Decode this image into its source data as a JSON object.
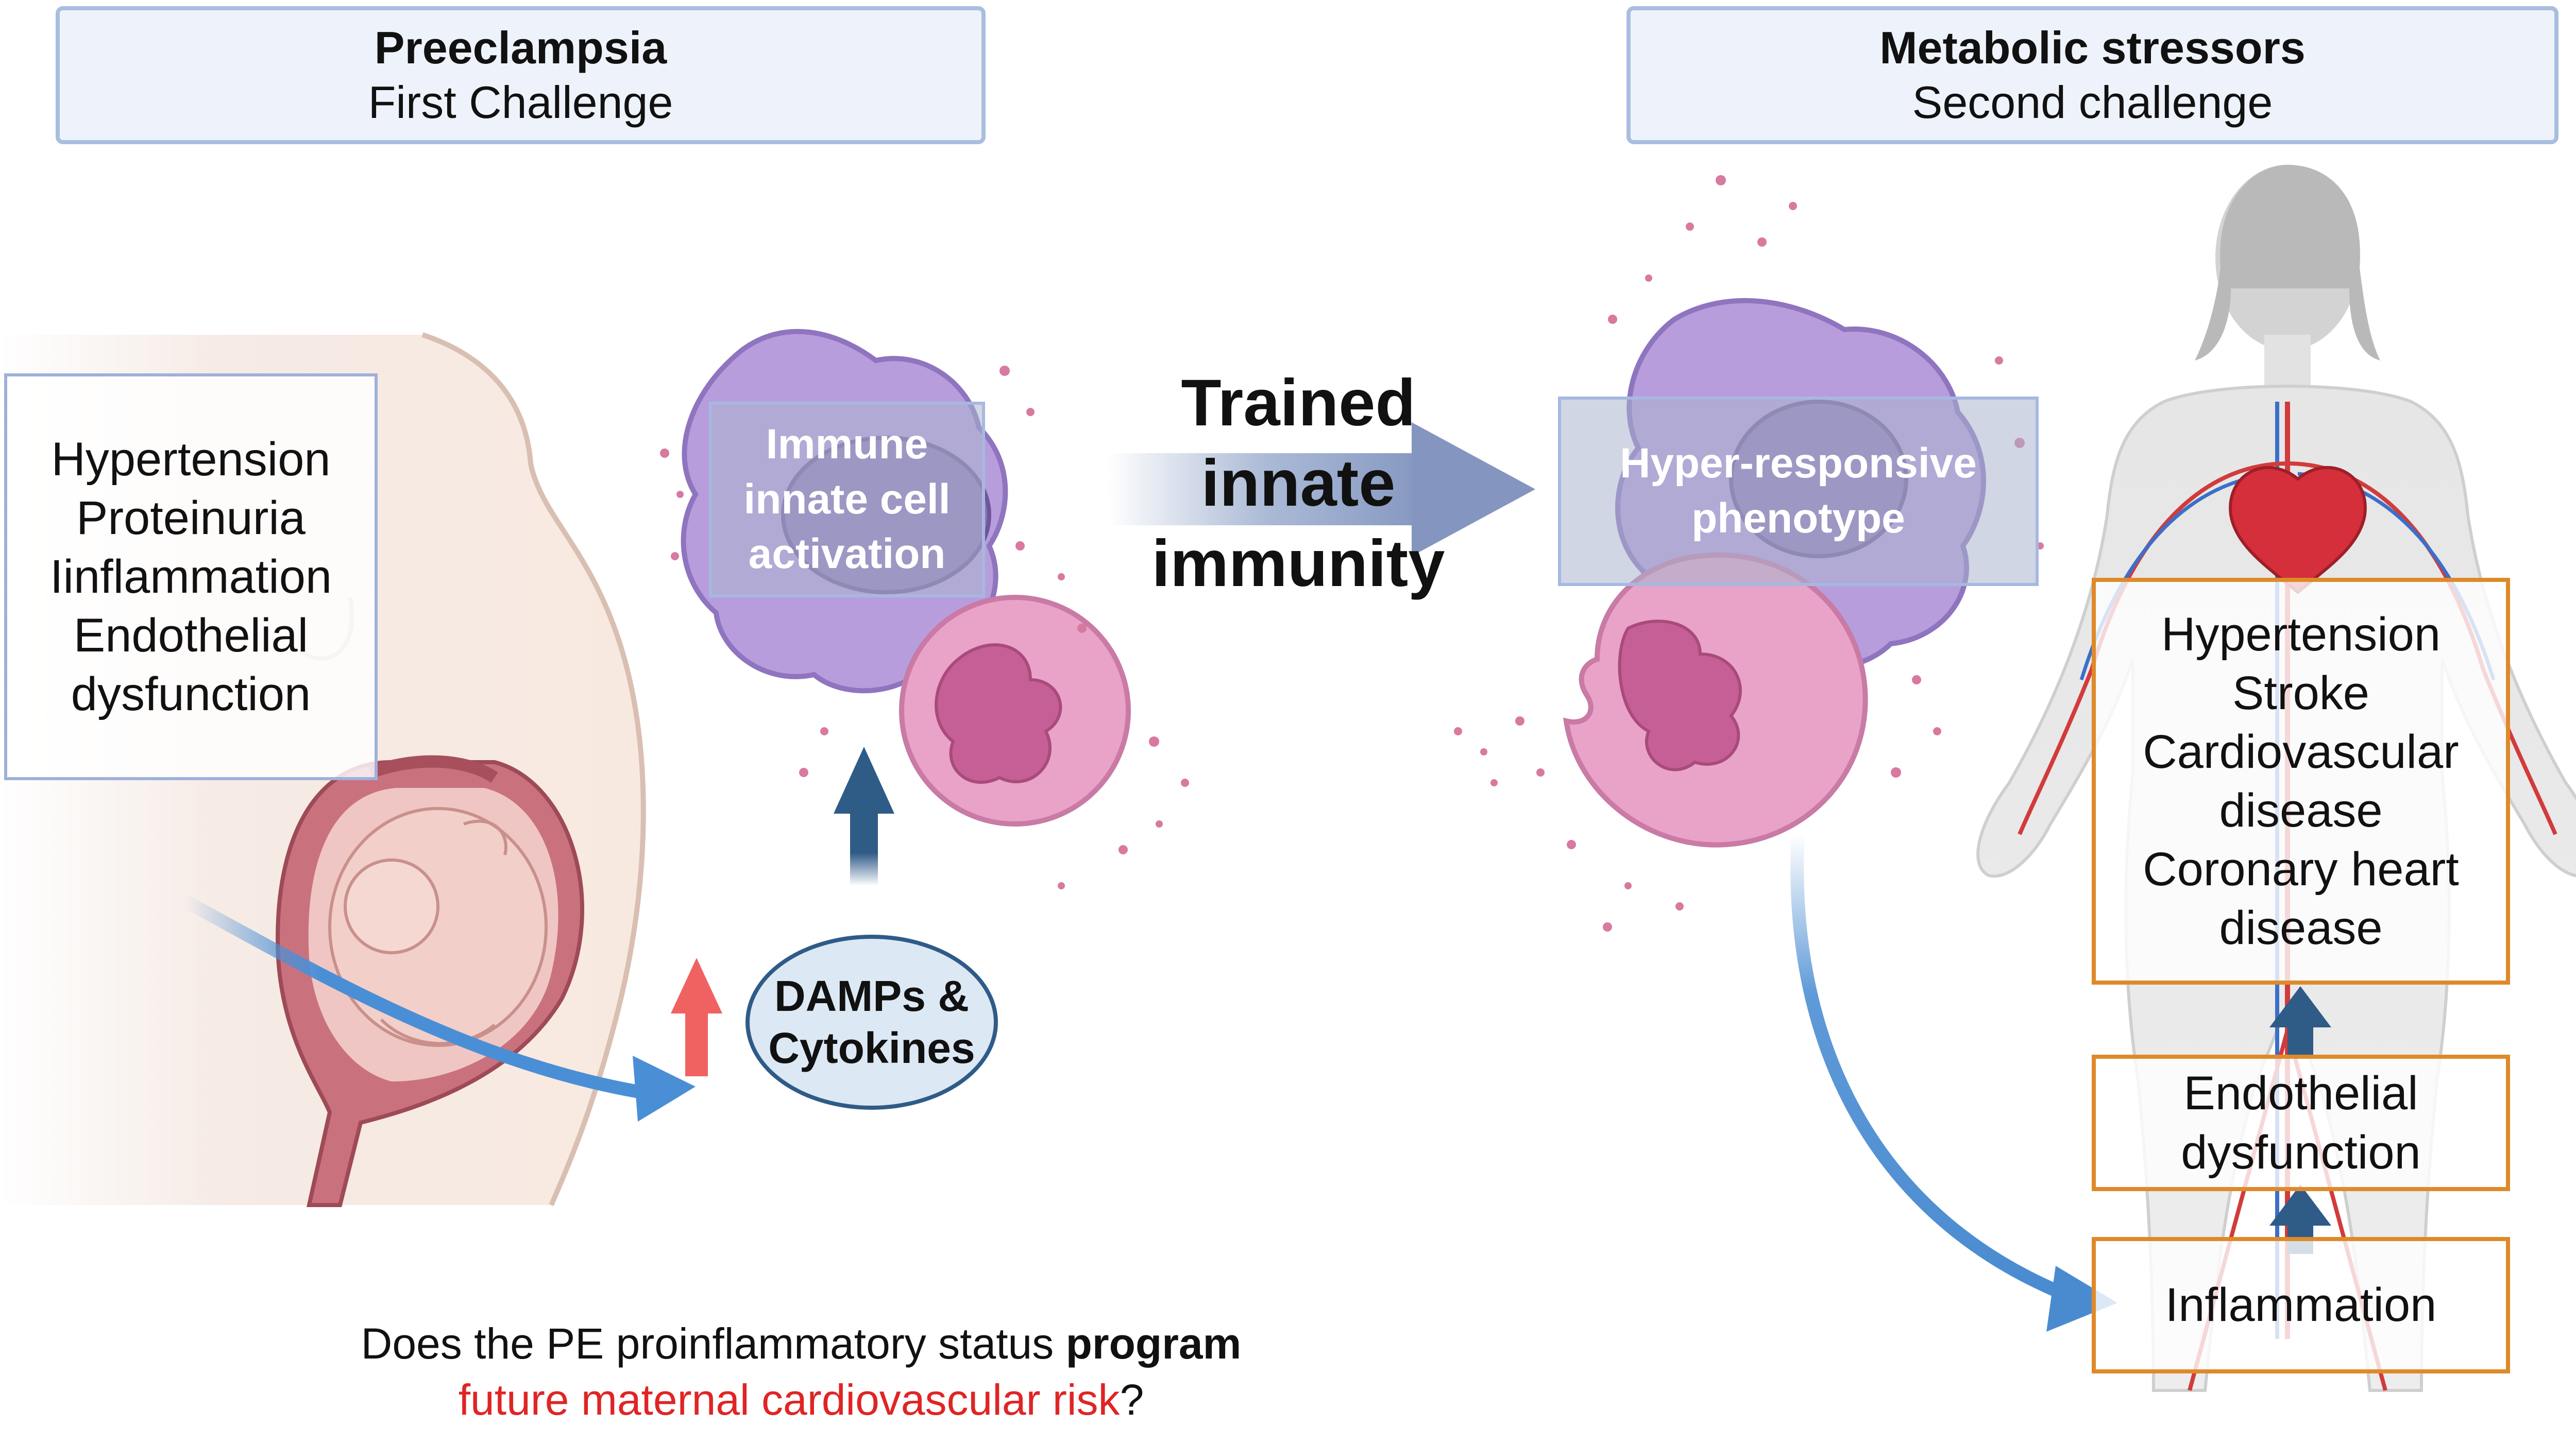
{
  "header_left": {
    "title": "Preeclampsia",
    "subtitle": "First Challenge"
  },
  "header_right": {
    "title": "Metabolic stressors",
    "subtitle": "Second challenge"
  },
  "symptoms": [
    "Hypertension",
    "Proteinuria",
    "Iinflammation",
    "Endothelial",
    "dysfunction"
  ],
  "immune_activation": [
    "Immune",
    "innate cell",
    "activation"
  ],
  "damps": [
    "DAMPs &",
    "Cytokines"
  ],
  "trained_immunity": [
    "Trained",
    "innate",
    "immunity"
  ],
  "hyper_responsive": [
    "Hyper-responsive",
    "phenotype"
  ],
  "cv_risks": [
    "Hypertension",
    "Stroke",
    "Cardiovascular",
    "disease",
    "Coronary heart",
    "disease"
  ],
  "endothelial": [
    "Endothelial",
    "dysfunction"
  ],
  "inflammation": "Inflammation",
  "question": {
    "part1": "Does the PE proinflammatory status ",
    "part2_bold": "program",
    "part3_red": "future maternal cardiovascular risk",
    "part4": "?"
  },
  "colors": {
    "header_border": "#a9bedf",
    "orange_border": "#de8a2a",
    "arrow_dark_blue": "#2f5b87",
    "arrow_light_blue": "#4f8fd0",
    "up_arrow_red": "#f06262",
    "macrophage_purple": "#b89ddd",
    "neutrophil_pink": "#e9a2c8",
    "question_red": "#e02424"
  },
  "icons": [
    "pregnant-woman-illustration",
    "macrophage-cell",
    "neutrophil-cell",
    "female-body-cardiovascular-illustration",
    "heart-icon"
  ]
}
